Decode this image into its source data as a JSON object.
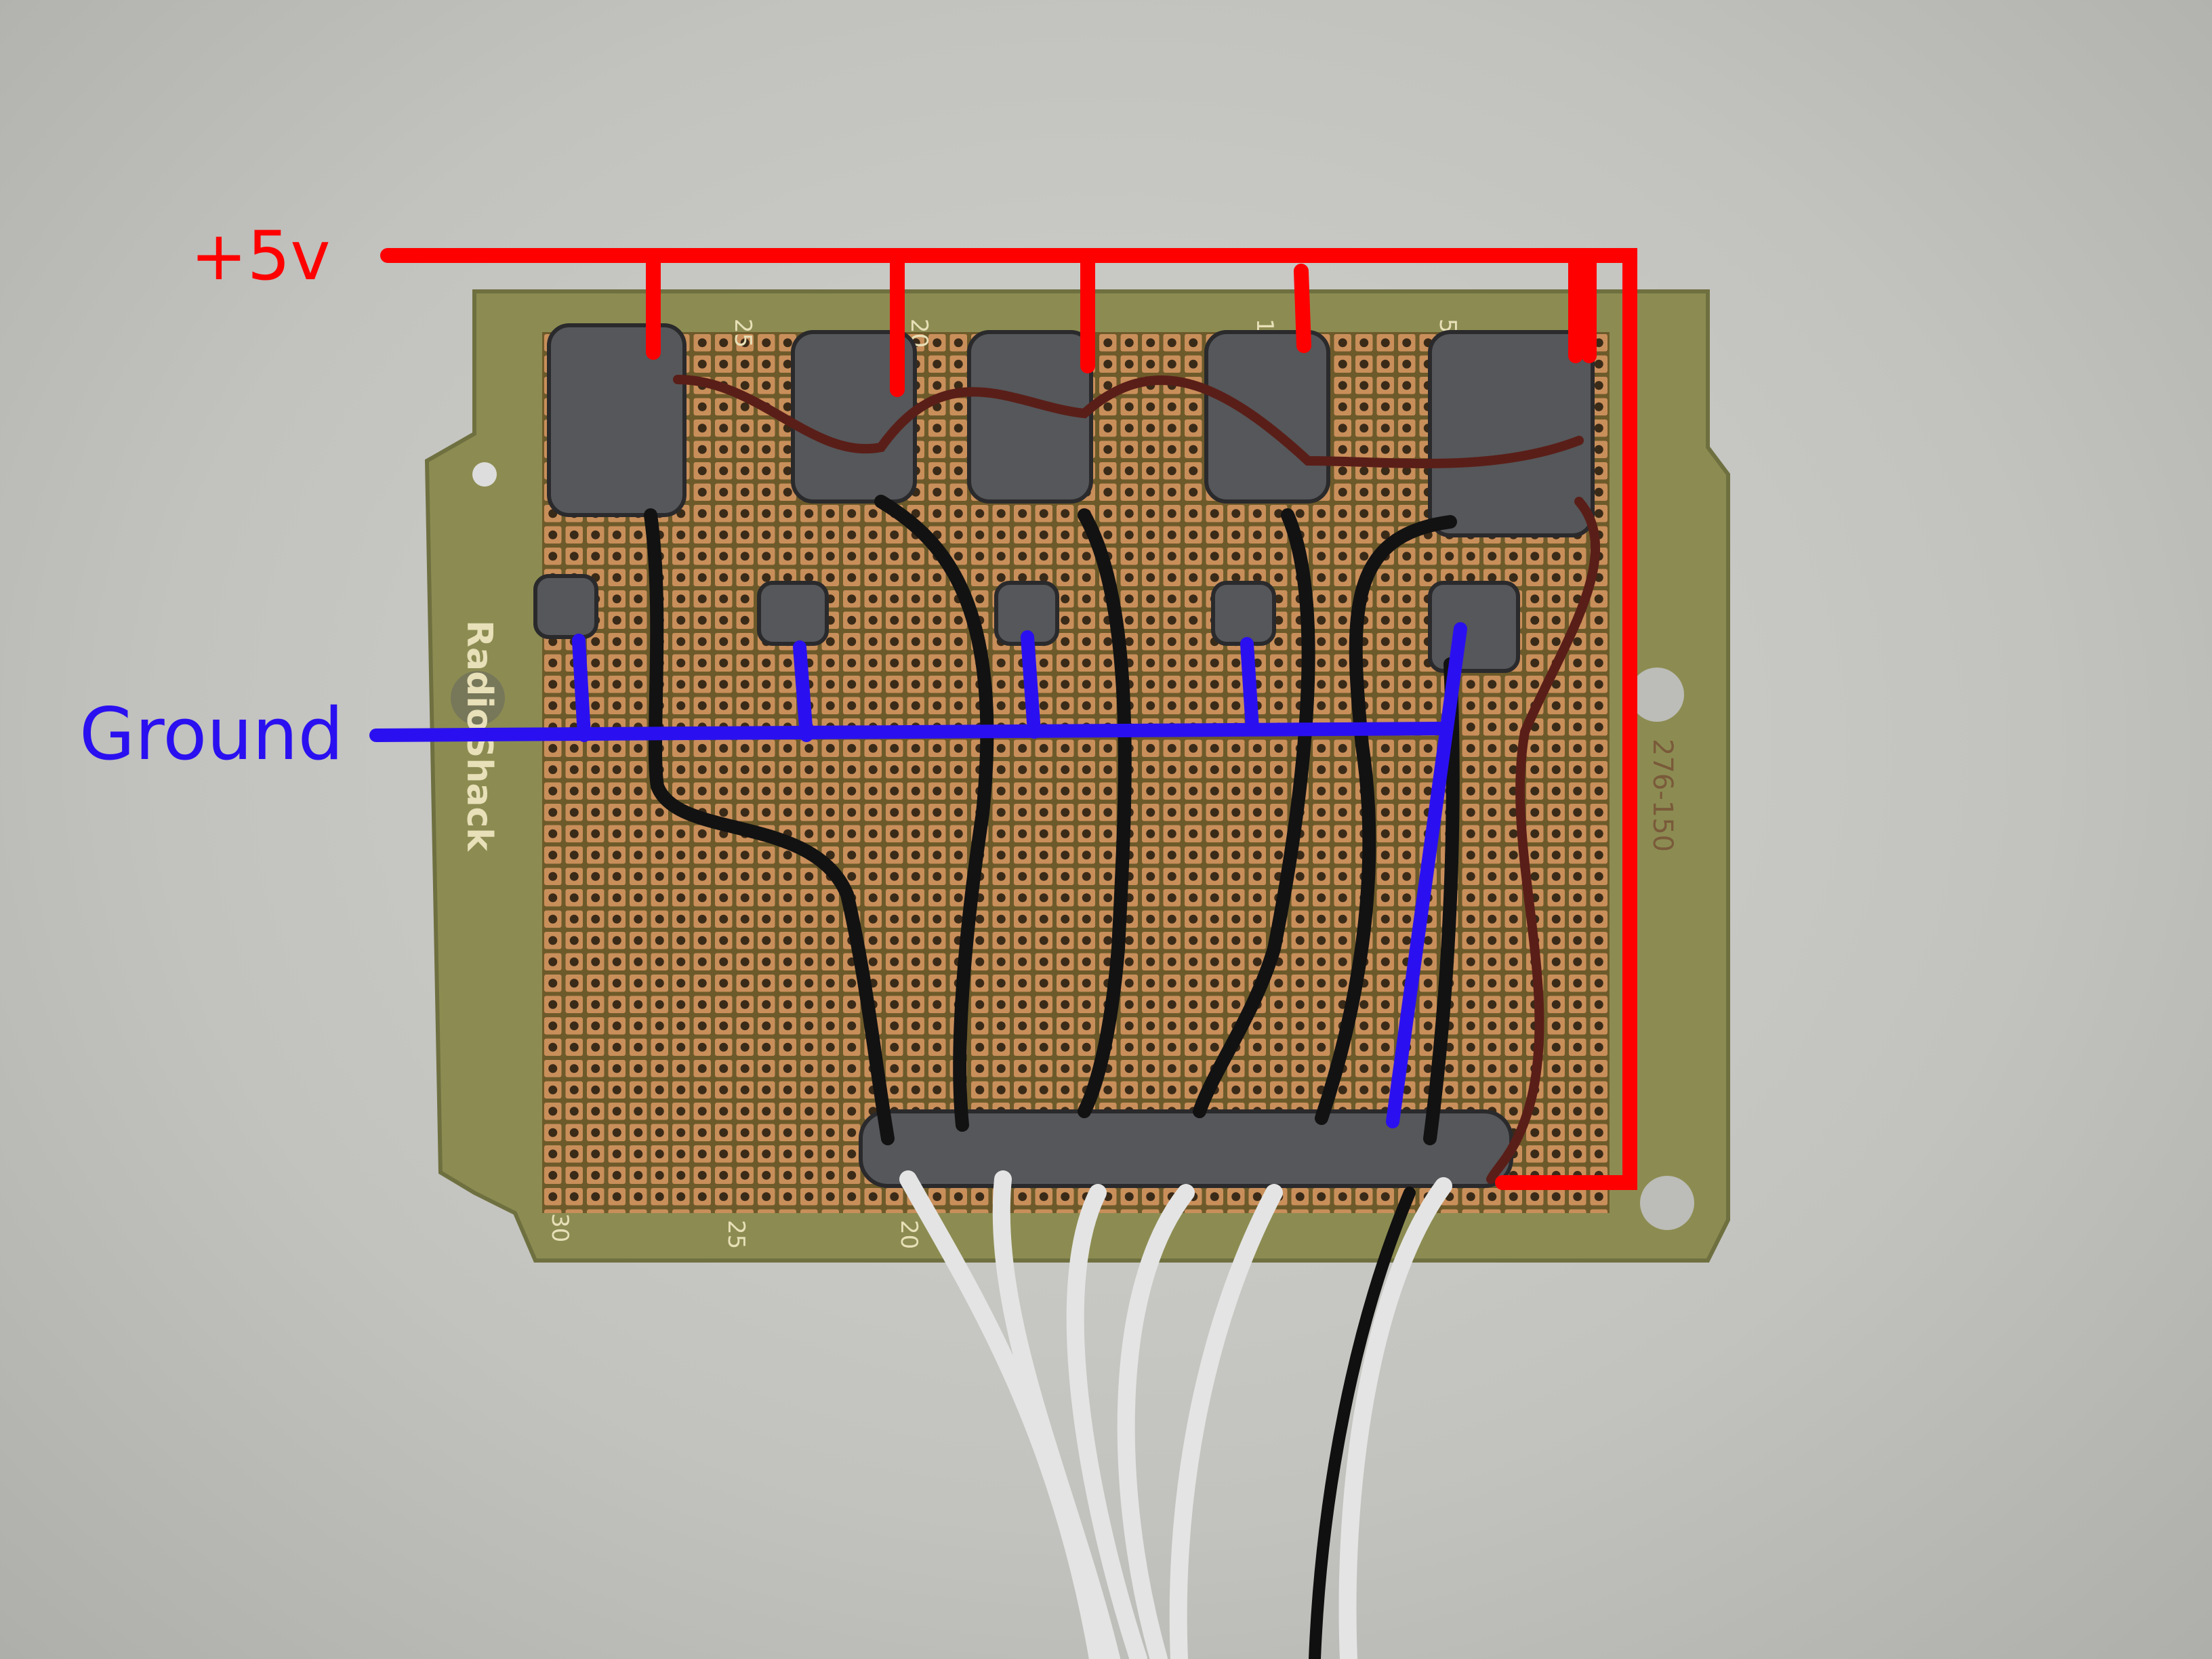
{
  "annotations": {
    "power_label": "+5v",
    "ground_label": "Ground",
    "power_color": "#ff0000",
    "ground_color": "#2a10f0"
  },
  "board": {
    "brand": "RadioShack",
    "top_numbers": [
      "25",
      "20",
      "10",
      "5"
    ],
    "bottom_numbers": [
      "30",
      "25",
      "20"
    ],
    "side_code": "276-150"
  }
}
